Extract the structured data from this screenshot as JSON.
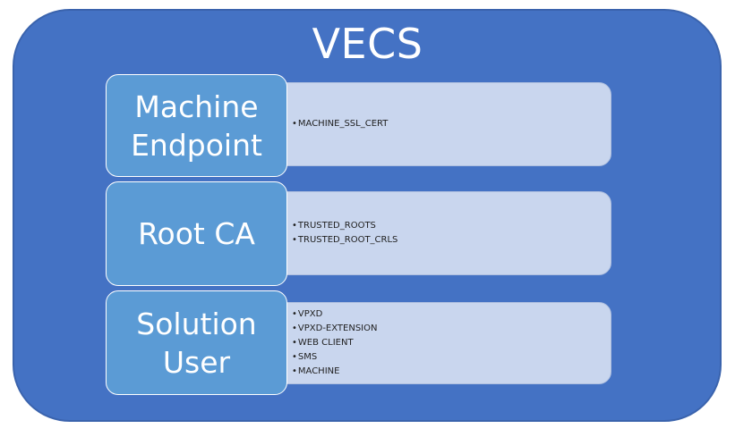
{
  "title": "VECS",
  "stores": [
    {
      "label_lines": [
        "Machine",
        "Endpoint"
      ],
      "items": [
        "MACHINE_SSL_CERT"
      ]
    },
    {
      "label_lines": [
        "Root CA"
      ],
      "items": [
        "TRUSTED_ROOTS",
        "TRUSTED_ROOT_CRLS"
      ]
    },
    {
      "label_lines": [
        "Solution",
        "User"
      ],
      "items": [
        "VPXD",
        "VPXD-EXTENSION",
        "WEB CLIENT",
        "SMS",
        "MACHINE"
      ]
    }
  ],
  "colors": {
    "container": "#4472c4",
    "label_box": "#5b9bd5",
    "detail_box": "#c9d6ee",
    "title_text": "#ffffff"
  }
}
